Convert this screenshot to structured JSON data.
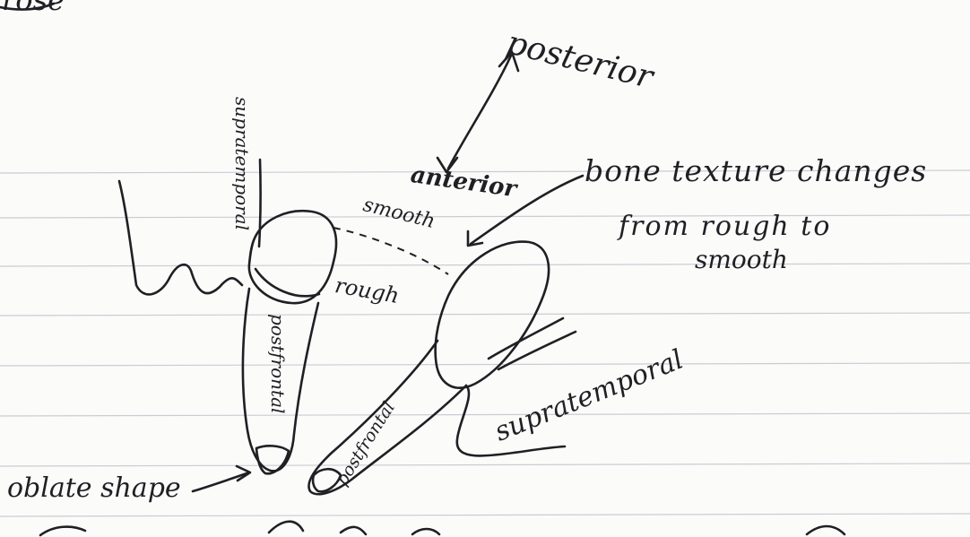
{
  "labels": {
    "top_left_fragment": "rose",
    "posterior": "posterior",
    "anterior": "anterior",
    "smooth": "smooth",
    "bone_line1": "bone texture changes",
    "bone_line2": "from rough to",
    "bone_line3": "smooth",
    "supratemporal_vertical": "supratemporal",
    "rough": "rough",
    "postfrontal_left": "postfrontal",
    "postfrontal_right": "postfrontal",
    "supratemporal_right": "supratemporal",
    "oblate_shape": "oblate shape"
  },
  "colors": {
    "ink": "#1f1f24",
    "ruled_line": "#c9cdd3",
    "paper": "#fbfbfa"
  }
}
